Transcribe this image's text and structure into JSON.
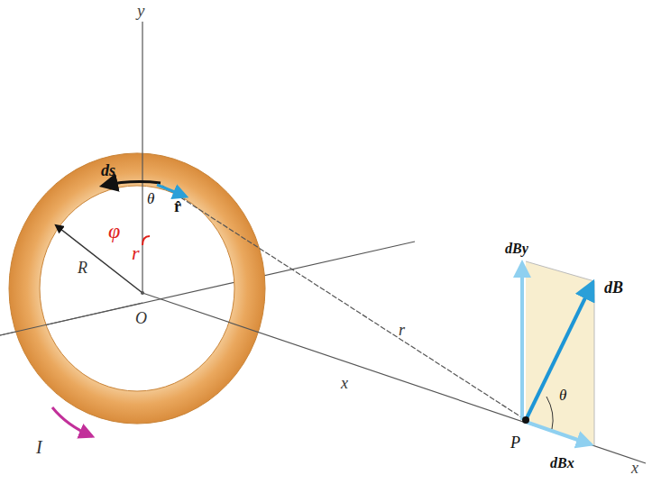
{
  "diagram": {
    "labels": [
      "y",
      "ds",
      "θ",
      "r̂",
      "φ",
      "r",
      "R",
      "O",
      "r",
      "x",
      "I",
      "dBy",
      "dB",
      "θ",
      "P",
      "dBx",
      "x"
    ]
  }
}
